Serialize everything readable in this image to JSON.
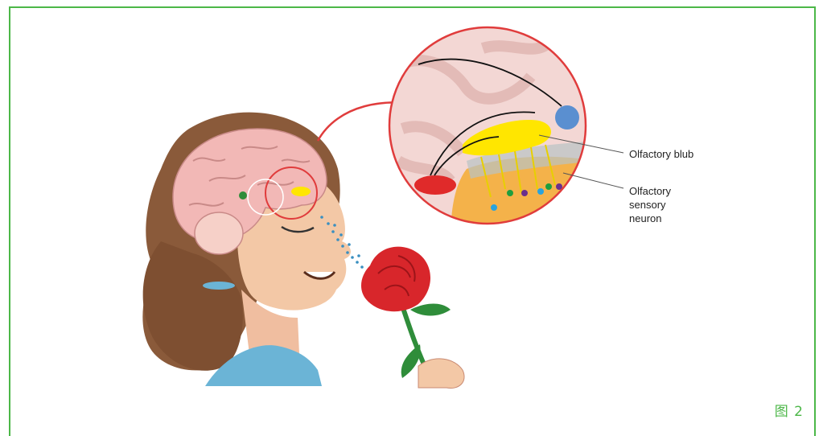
{
  "labels": {
    "olfactory_bulb": "Olfactory blub",
    "sensory_neuron": [
      "Olfactory",
      "sensory",
      "neuron"
    ]
  },
  "figure_caption": "图 2",
  "colors": {
    "frame": "#4cb748",
    "brain": "#f2b8b6",
    "hair": "#8a5a3a",
    "skin": "#f3c8a6",
    "bulb": "#ffe600",
    "rose": "#d8262b",
    "stem": "#2f8d3a",
    "shirt": "#6bb4d6",
    "magnifier_border": "#e03c3c"
  }
}
